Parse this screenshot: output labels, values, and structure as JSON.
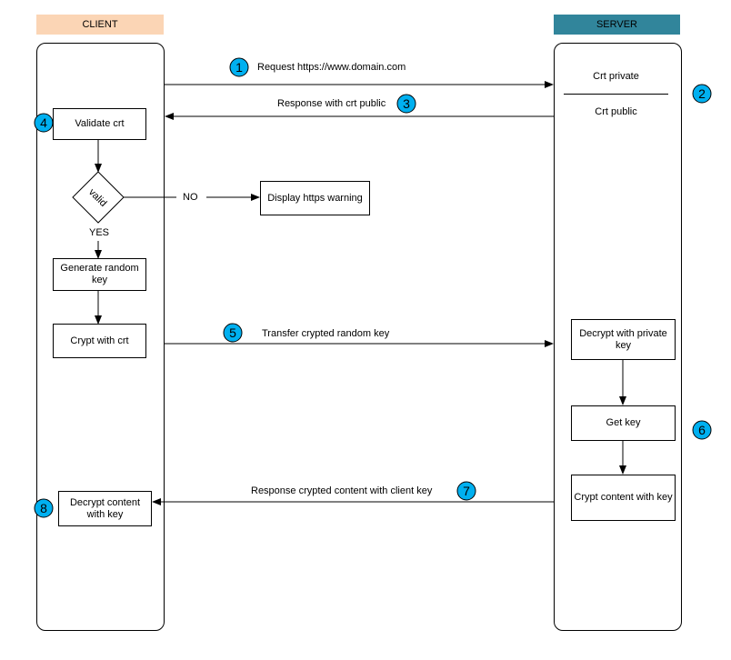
{
  "lanes": {
    "client": {
      "title": "CLIENT",
      "color": "#fbd5b5"
    },
    "server": {
      "title": "SERVER",
      "color": "#31859b"
    }
  },
  "nodes": {
    "crt_private": "Crt private",
    "crt_public": "Crt public",
    "validate_crt": "Validate crt",
    "decision": "valid",
    "display_warning": "Display https warning",
    "generate_key": "Generate random key",
    "crypt_with_crt": "Crypt with crt",
    "decrypt_private": "Decrypt with private key",
    "get_key": "Get key",
    "crypt_content": "Crypt content with key",
    "decrypt_content": "Decrypt content with key"
  },
  "edges": {
    "request": "Request https://www.domain.com",
    "response_crt": "Response with crt public",
    "no": "NO",
    "yes": "YES",
    "transfer_key": "Transfer crypted random key",
    "response_content": "Response crypted content with client key"
  },
  "badges": [
    "1",
    "2",
    "3",
    "4",
    "5",
    "6",
    "7",
    "8"
  ],
  "badge_color": "#00b0f0"
}
